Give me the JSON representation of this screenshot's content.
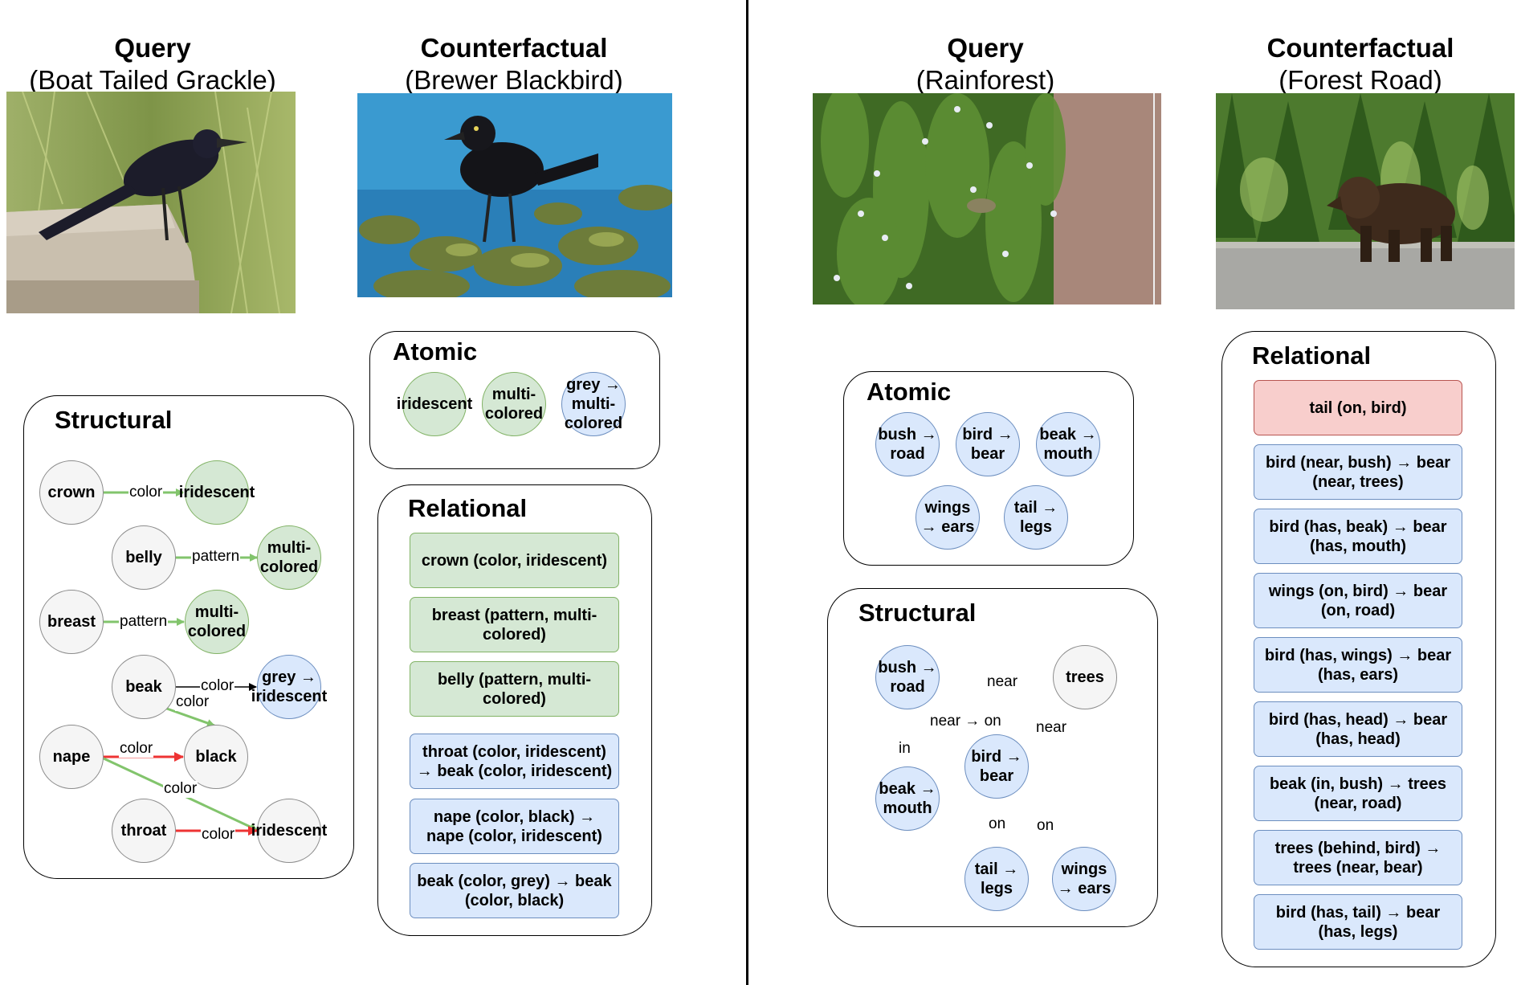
{
  "left": {
    "query": {
      "title": "Query",
      "subtitle": "(Boat Tailed Grackle)"
    },
    "counterfactual": {
      "title": "Counterfactual",
      "subtitle": "(Brewer Blackbird)"
    },
    "structural": {
      "title": "Structural",
      "nodes": {
        "crown": "crown",
        "iridescent1": "iridescent",
        "belly": "belly",
        "multicolored1": "multi-colored",
        "breast": "breast",
        "multicolored2": "multi-colored",
        "beak": "beak",
        "grey_iridescent": "grey → iridescent",
        "nape": "nape",
        "black": "black",
        "throat": "throat",
        "iridescent2": "iridescent"
      },
      "edges": {
        "crown_color": "color",
        "belly_pattern": "pattern",
        "breast_pattern": "pattern",
        "beak_color1": "color",
        "beak_color2": "color",
        "nape_color1": "color",
        "nape_color2": "color",
        "throat_color": "color"
      }
    },
    "atomic": {
      "title": "Atomic",
      "nodes": [
        "iridescent",
        "multi-colored",
        "grey → multi-colored"
      ]
    },
    "relational": {
      "title": "Relational",
      "items": [
        "crown (color, iridescent)",
        "breast (pattern, multi-colored)",
        "belly (pattern, multi-colored)",
        "throat (color, iridescent) → beak (color, iridescent)",
        "nape (color, black) → nape (color, iridescent)",
        "beak (color, grey) → beak (color, black)"
      ]
    }
  },
  "right": {
    "query": {
      "title": "Query",
      "subtitle": "(Rainforest)"
    },
    "counterfactual": {
      "title": "Counterfactual",
      "subtitle": "(Forest Road)"
    },
    "atomic": {
      "title": "Atomic",
      "nodes": [
        "bush → road",
        "bird → bear",
        "beak → mouth",
        "wings → ears",
        "tail → legs"
      ]
    },
    "structural": {
      "title": "Structural",
      "nodes": {
        "bush_road": "bush → road",
        "trees": "trees",
        "bird_bear": "bird → bear",
        "beak_mouth": "beak → mouth",
        "tail_legs": "tail → legs",
        "wings_ears": "wings → ears"
      },
      "edges": {
        "trees_near_bush": "near",
        "near_to_on": "near → on",
        "trees_near_bird": "near",
        "beak_in": "in",
        "tail_on": "on",
        "wings_on": "on"
      }
    },
    "relational": {
      "title": "Relational",
      "items": [
        "tail (on, bird)",
        "bird (near, bush) → bear (near, trees)",
        "bird (has, beak) → bear (has, mouth)",
        "wings (on, bird) → bear (on, road)",
        "bird (has, wings) → bear (has, ears)",
        "bird (has, head) → bear (has, head)",
        "beak (in, bush) → trees (near, road)",
        "trees (behind, bird) → trees (near, bear)",
        "bird (has, tail) → bear (has, legs)"
      ]
    }
  },
  "colors": {
    "green_fill": "#d5e8d4",
    "blue_fill": "#dae8fc",
    "red_fill": "#f8cecc",
    "grey_fill": "#f5f5f5",
    "edge_green": "#82c46c",
    "edge_red": "#ee3333",
    "edge_blue": "#2222ee"
  }
}
